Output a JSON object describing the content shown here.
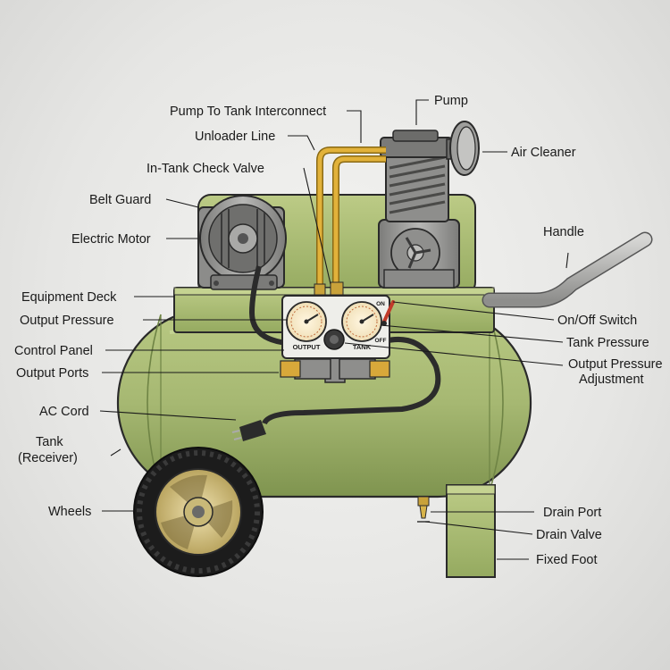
{
  "labels": {
    "pump_to_tank": "Pump To Tank Interconnect",
    "pump": "Pump",
    "unloader_line": "Unloader Line",
    "air_cleaner": "Air Cleaner",
    "in_tank_check_valve": "In-Tank Check Valve",
    "belt_guard": "Belt Guard",
    "electric_motor": "Electric Motor",
    "handle": "Handle",
    "equipment_deck": "Equipment Deck",
    "output_pressure": "Output Pressure",
    "on_off_switch": "On/Off Switch",
    "control_panel": "Control Panel",
    "tank_pressure": "Tank Pressure",
    "output_ports": "Output Ports",
    "output_pressure_adjustment_1": "Output Pressure",
    "output_pressure_adjustment_2": "Adjustment",
    "ac_cord": "AC Cord",
    "tank_1": "Tank",
    "tank_2": "(Receiver)",
    "wheels": "Wheels",
    "drain_port": "Drain Port",
    "drain_valve": "Drain Valve",
    "fixed_foot": "Fixed Foot"
  },
  "panel": {
    "output_gauge": "OUTPUT",
    "tank_gauge": "TANK",
    "switch_on": "ON",
    "switch_off": "OFF"
  },
  "colors": {
    "tank_green": "#a9bb74",
    "tank_dark": "#7f9450",
    "metal_gray": "#9a9a98",
    "brass": "#d8b44a",
    "copper_line": "#e0b43a",
    "tire": "#1c1c1c",
    "hub_gold": "#d9c88a"
  }
}
